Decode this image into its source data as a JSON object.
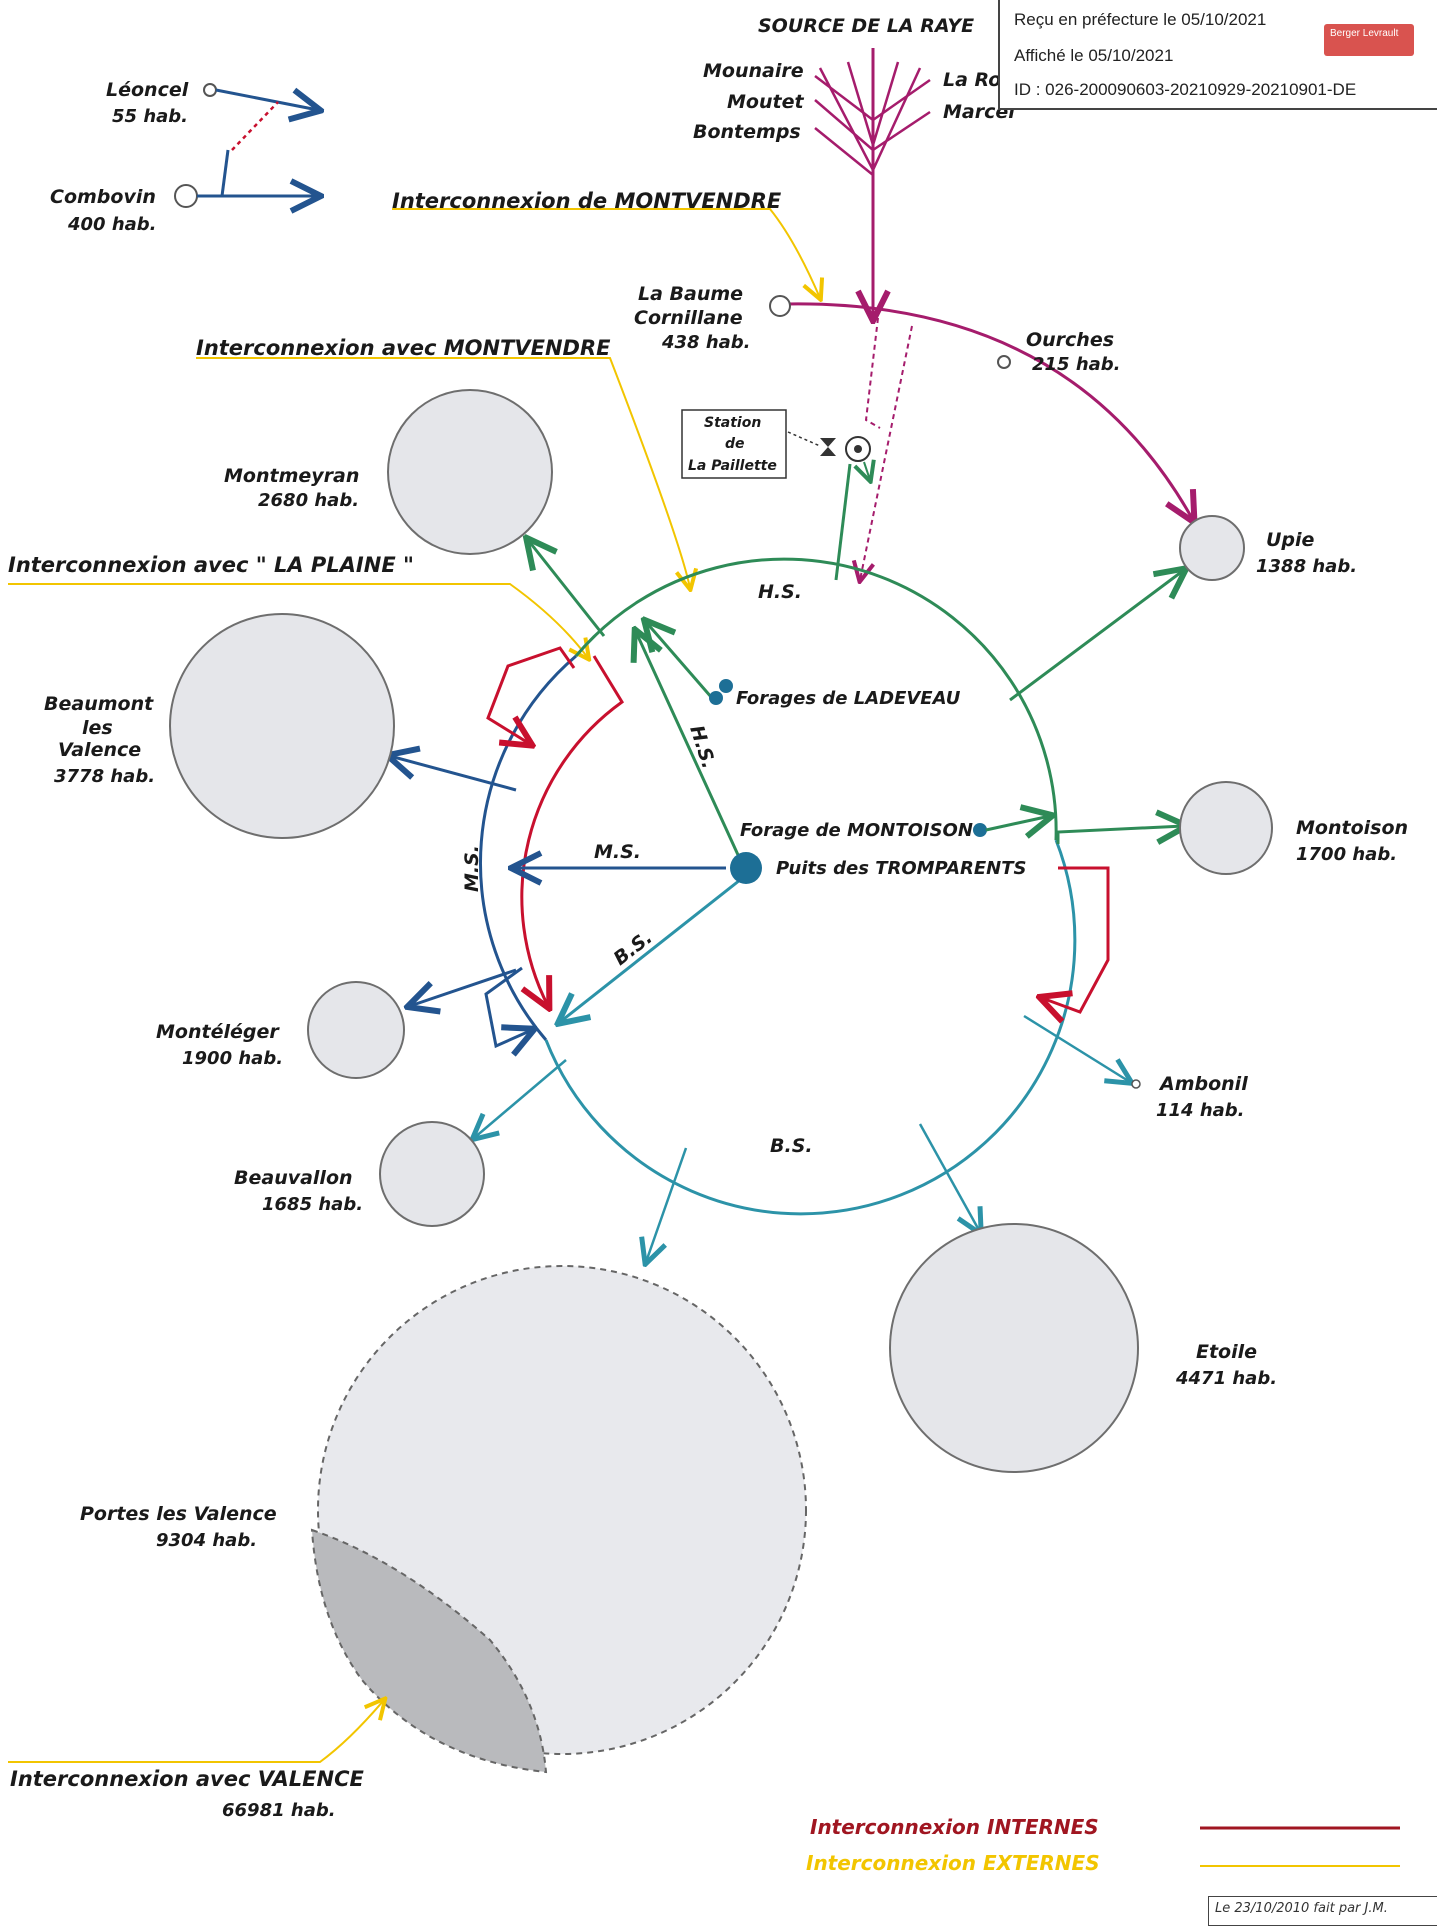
{
  "stamp": {
    "received": "Reçu en préfecture le 05/10/2021",
    "posted": "Affiché le 05/10/2021",
    "id": "ID : 026-200090603-20210929-20210901-DE",
    "logo": "Berger Levrault"
  },
  "source": {
    "title": "SOURCE DE LA RAYE",
    "left_springs": [
      "Mounaire",
      "Moutet",
      "Bontemps"
    ],
    "right_springs": [
      "La Rorie",
      "Marcel"
    ]
  },
  "leoncel": {
    "name": "Léoncel",
    "pop": "55 hab."
  },
  "combovin": {
    "name": "Combovin",
    "pop": "400 hab."
  },
  "interco_montvendre_1": "Interconnexion de MONTVENDRE",
  "interco_montvendre_2": "Interconnexion avec MONTVENDRE",
  "interco_plaine": "Interconnexion avec \" LA PLAINE \"",
  "interco_valence": "Interconnexion avec VALENCE",
  "valence_pop": "66981 hab.",
  "la_baume": {
    "name_1": "La Baume",
    "name_2": "Cornillane",
    "pop": "438 hab."
  },
  "ourches": {
    "name": "Ourches",
    "pop": "215 hab."
  },
  "station": {
    "line1": "Station",
    "line2": "de",
    "line3": "La Paillette"
  },
  "towns": {
    "montmeyran": {
      "name": "Montmeyran",
      "pop": "2680 hab."
    },
    "upie": {
      "name": "Upie",
      "pop": "1388 hab."
    },
    "beaumont": {
      "name_1": "Beaumont",
      "name_2": "les",
      "name_3": "Valence",
      "pop": "3778 hab."
    },
    "montoison": {
      "name": "Montoison",
      "pop": "1700 hab."
    },
    "monteleger": {
      "name": "Montéléger",
      "pop": "1900 hab."
    },
    "ambonil": {
      "name": "Ambonil",
      "pop": "114 hab."
    },
    "beauvallon": {
      "name": "Beauvallon",
      "pop": "1685 hab."
    },
    "etoile": {
      "name": "Etoile",
      "pop": "4471 hab."
    },
    "portes": {
      "name": "Portes les Valence",
      "pop": "9304 hab."
    }
  },
  "zones": {
    "hs": "H.S.",
    "ms": "M.S.",
    "bs": "B.S."
  },
  "forages_ladeveau": "Forages de LADEVEAU",
  "forage_montoison": "Forage de MONTOISON",
  "puits": "Puits des TROMPARENTS",
  "legend": {
    "internes": "Interconnexion INTERNES",
    "externes": "Interconnexion EXTERNES"
  },
  "footer": "Le 23/10/2010 fait par J.M.",
  "colors": {
    "hs_green": "#2e8b57",
    "ms_blue": "#23548f",
    "bs_teal": "#2c93a8",
    "internal_red": "#c8102e",
    "external_yellow": "#f2c500",
    "source_purple": "#a51c6c"
  }
}
